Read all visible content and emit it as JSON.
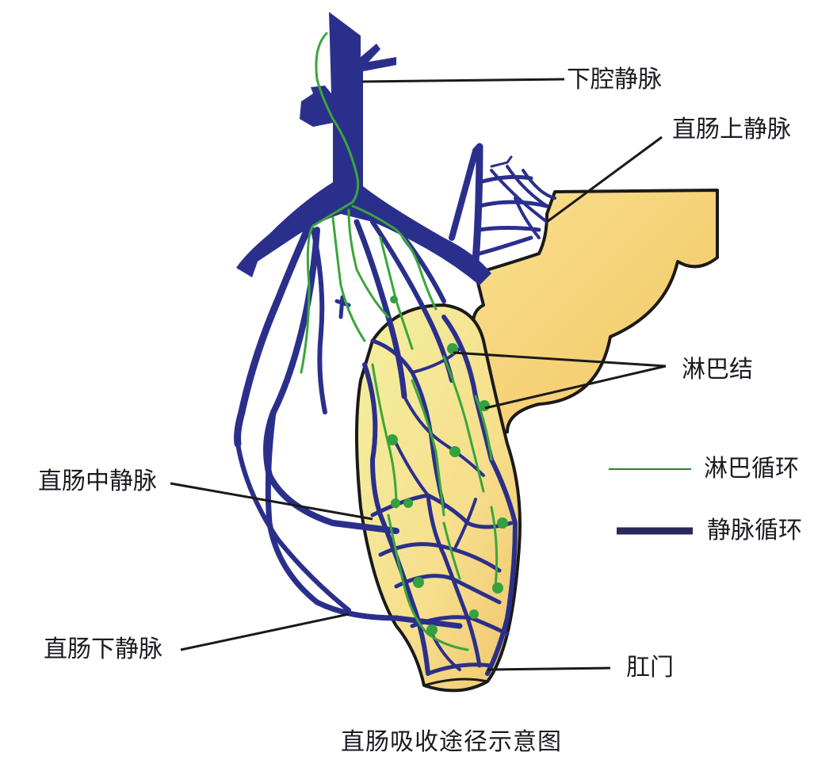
{
  "title": "直肠吸收途径示意图",
  "labels": {
    "inferior_vena_cava": "下腔静脉",
    "superior_rectal_vein": "直肠上静脉",
    "lymph_nodes": "淋巴结",
    "middle_rectal_vein": "直肠中静脉",
    "inferior_rectal_vein": "直肠下静脉",
    "anus": "肛门"
  },
  "legend": [
    {
      "label": "淋巴循环",
      "color": "#2e7d32",
      "style": "thin-line"
    },
    {
      "label": "静脉循环",
      "color": "#2a2a5a",
      "style": "thick-line"
    }
  ],
  "colors": {
    "vein": "#2b2f8c",
    "lymph": "#3aa63a",
    "organ_fill": "#f7d57a",
    "rectum_fill": "#f4e79a",
    "outline": "#1a1a1a"
  }
}
